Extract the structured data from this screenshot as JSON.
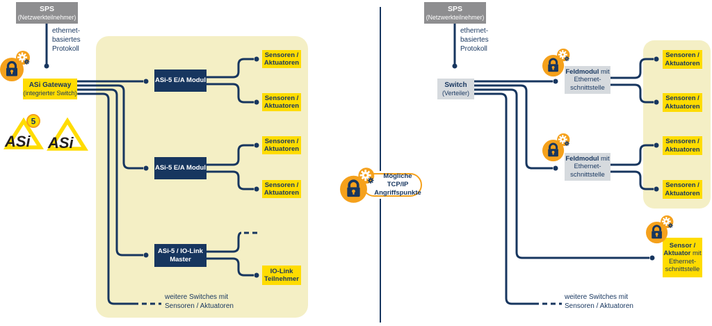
{
  "colors": {
    "navy": "#17365f",
    "yellow": "#ffdc00",
    "pale_yellow": "#f4efc5",
    "orange": "#f5a11c",
    "gray": "#8e8e90",
    "light_gray": "#d6dade"
  },
  "legend": {
    "label": "Mögliche TCP/IP\nAngriffspunkte"
  },
  "left": {
    "sps_title": "SPS",
    "sps_subtitle": "(Netzwerkteilnehmer)",
    "protocol": "ethernet-\nbasiertes\nProtokoll",
    "gateway_title": "ASi Gateway",
    "gateway_subtitle": "(integrierter Switch)",
    "logo_asi5_text": "ASi",
    "logo_asi5_badge": "5",
    "logo_asi_text": "ASi",
    "module1": "ASi-5 E/A Modul",
    "module2": "ASi-5 E/A Modul",
    "module3": "ASi-5 / IO-Link\nMaster",
    "sensors": [
      "Sensoren /\nAktuatoren",
      "Sensoren /\nAktuatoren",
      "Sensoren /\nAktuatoren",
      "Sensoren /\nAktuatoren"
    ],
    "io_link": "IO-Link\nTeilnehmer",
    "more": "weitere Switches mit\nSensoren / Aktuatoren"
  },
  "right": {
    "sps_title": "SPS",
    "sps_subtitle": "(Netzwerkteilnehmer)",
    "protocol": "ethernet-\nbasiertes\nProtokoll",
    "switch_title": "Switch",
    "switch_subtitle": "(Verteiler)",
    "feldmodul_bold": "Feldmodul",
    "feldmodul_rest": " mit\nEthernet-\nschnittstelle",
    "sensors": [
      "Sensoren /\nAktuatoren",
      "Sensoren /\nAktuatoren",
      "Sensoren /\nAktuatoren",
      "Sensoren /\nAktuatoren"
    ],
    "sa_bold": "Sensor /\nAktuator",
    "sa_rest": " mit\nEthernet-\nschnittstelle",
    "more": "weitere Switches mit\nSensoren / Aktuatoren"
  }
}
